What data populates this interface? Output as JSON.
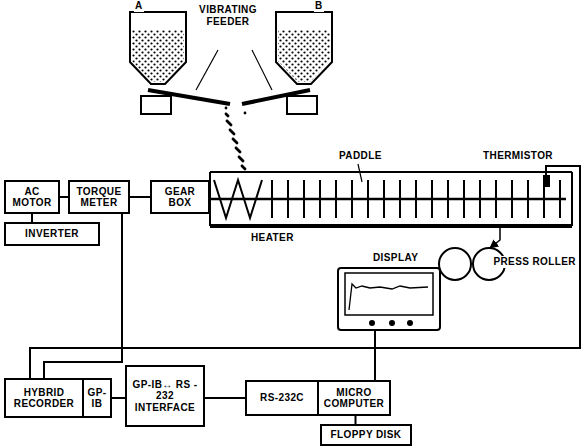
{
  "diagram": {
    "nodes": [
      {
        "text": [
          "AC MOTOR"
        ]
      },
      {
        "text": [
          "TORQUE METER"
        ]
      },
      {
        "text": [
          "GEAR BOX"
        ]
      },
      {
        "text": [
          "INVERTER"
        ]
      },
      {
        "text": [
          "HYBRID RECORDER"
        ]
      },
      {
        "text": [
          "GP-IB"
        ]
      },
      {
        "text": [
          "GP-IB↔ RS - 232 INTERFACE"
        ]
      },
      {
        "text": [
          "RS-232C"
        ]
      },
      {
        "text": [
          "MICRO COMPUTER"
        ]
      },
      {
        "text": [
          "FLOPPY DISK"
        ]
      }
    ],
    "edges": [
      {
        "from": 0,
        "to": 1,
        "arrow": "none"
      },
      {
        "from": 1,
        "to": 2,
        "arrow": "none"
      },
      {
        "from": 0,
        "to": 3,
        "arrow": "none"
      },
      {
        "from": 1,
        "to": 4,
        "arrow": "none"
      },
      {
        "from": 5,
        "to": 6,
        "arrow": "none"
      },
      {
        "from": 6,
        "to": 7,
        "arrow": "none"
      },
      {
        "from": 8,
        "to": 9,
        "arrow": "none"
      }
    ],
    "labels": [
      "A",
      "B",
      "VIBRATING FEEDER",
      "PADDLE",
      "THERMISTOR",
      "HEATER",
      "DISPLAY",
      "PRESS ROLLER"
    ]
  }
}
